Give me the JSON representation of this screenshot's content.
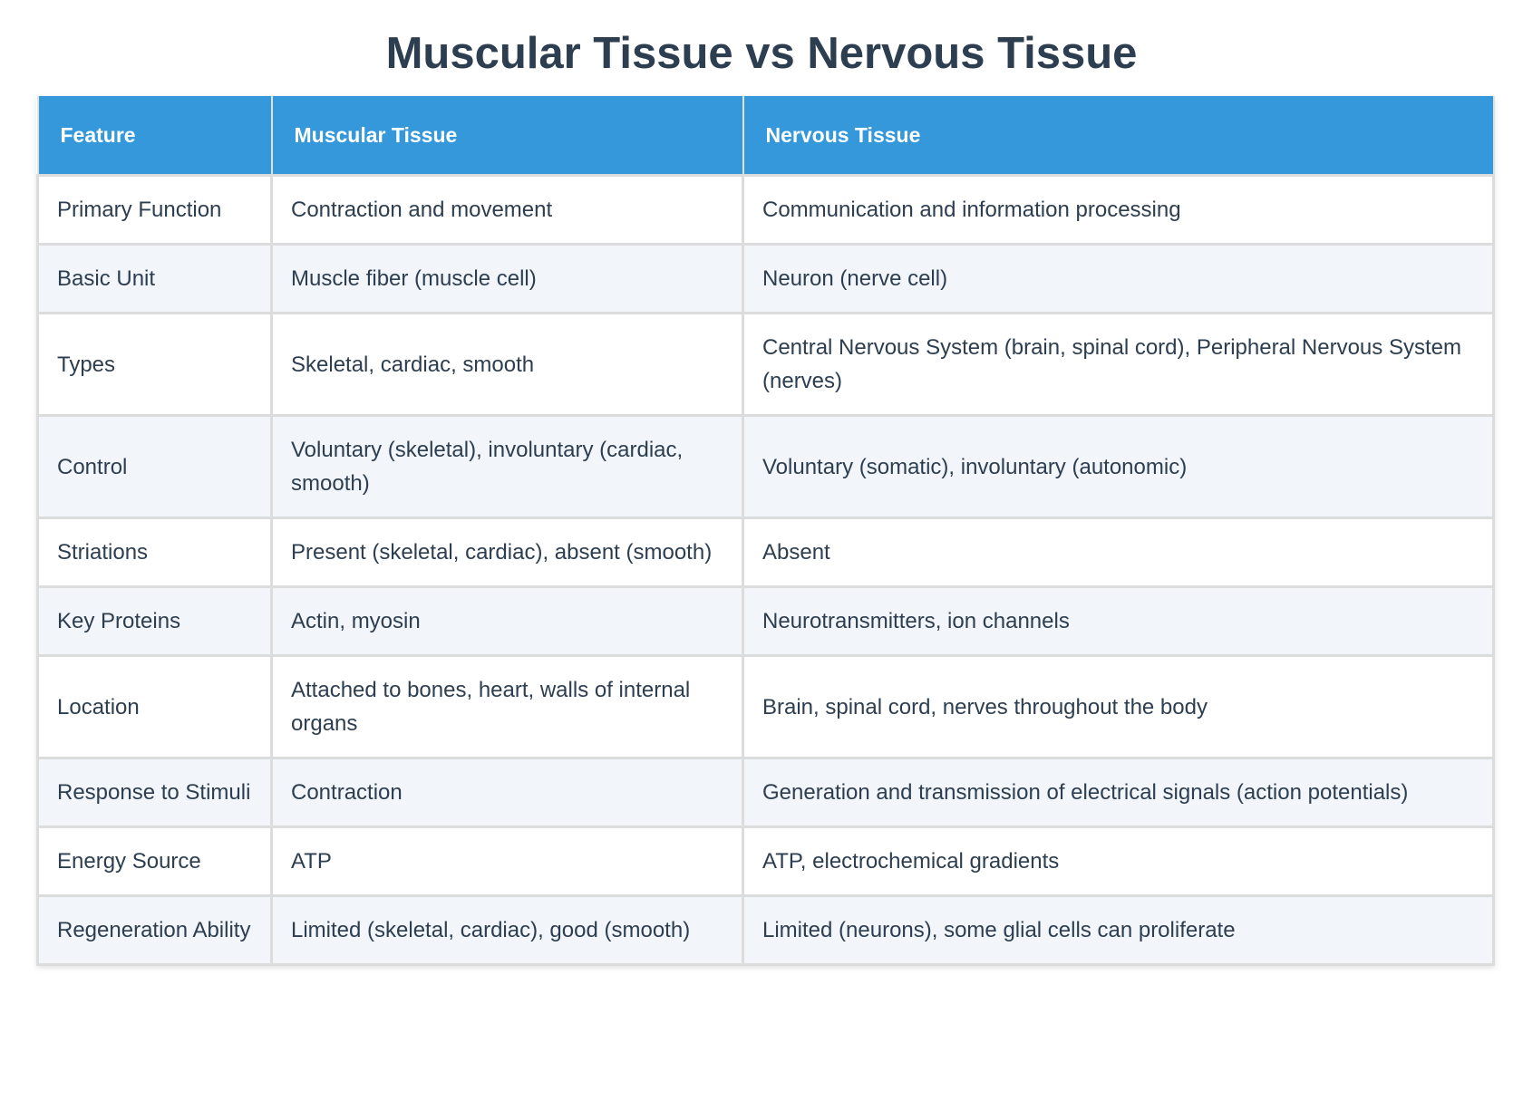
{
  "title": "Muscular Tissue vs Nervous Tissue",
  "headers": [
    "Feature",
    "Muscular Tissue",
    "Nervous Tissue"
  ],
  "rows": [
    [
      "Primary Function",
      "Contraction and movement",
      "Communication and information processing"
    ],
    [
      "Basic Unit",
      "Muscle fiber (muscle cell)",
      "Neuron (nerve cell)"
    ],
    [
      "Types",
      "Skeletal, cardiac, smooth",
      "Central Nervous System (brain, spinal cord), Peripheral Nervous System (nerves)"
    ],
    [
      "Control",
      "Voluntary (skeletal), involuntary (cardiac, smooth)",
      "Voluntary (somatic), involuntary (autonomic)"
    ],
    [
      "Striations",
      "Present (skeletal, cardiac), absent (smooth)",
      "Absent"
    ],
    [
      "Key Proteins",
      "Actin, myosin",
      "Neurotransmitters, ion channels"
    ],
    [
      "Location",
      "Attached to bones, heart, walls of internal organs",
      "Brain, spinal cord, nerves throughout the body"
    ],
    [
      "Response to Stimuli",
      "Contraction",
      "Generation and transmission of electrical signals (action potentials)"
    ],
    [
      "Energy Source",
      "ATP",
      "ATP, electrochemical gradients"
    ],
    [
      "Regeneration Ability",
      "Limited (skeletal, cardiac), good (smooth)",
      "Limited (neurons), some glial cells can proliferate"
    ]
  ],
  "colors": {
    "header_bg": "#3498db",
    "header_text": "#ffffff",
    "title_text": "#2c3e50",
    "row_alt_bg": "#f2f5fa",
    "border": "#dcdcdc"
  }
}
